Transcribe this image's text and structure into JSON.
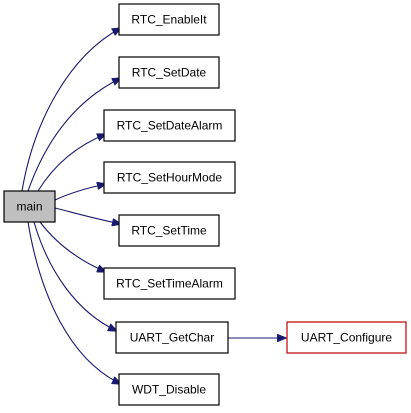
{
  "colors": {
    "edge": "#191970",
    "node_border": "#000000",
    "node_fill": "#ffffff",
    "root_fill": "#bfbfbf",
    "highlight_border": "#bf0000",
    "text": "#000000"
  },
  "nodes": [
    {
      "id": "main",
      "label": "main",
      "style": "root"
    },
    {
      "id": "rtc-enableit",
      "label": "RTC_EnableIt",
      "style": "normal"
    },
    {
      "id": "rtc-setdate",
      "label": "RTC_SetDate",
      "style": "normal"
    },
    {
      "id": "rtc-setdatealarm",
      "label": "RTC_SetDateAlarm",
      "style": "normal"
    },
    {
      "id": "rtc-sethourmode",
      "label": "RTC_SetHourMode",
      "style": "normal"
    },
    {
      "id": "rtc-settime",
      "label": "RTC_SetTime",
      "style": "normal"
    },
    {
      "id": "rtc-settimealarm",
      "label": "RTC_SetTimeAlarm",
      "style": "normal"
    },
    {
      "id": "uart-getchar",
      "label": "UART_GetChar",
      "style": "normal"
    },
    {
      "id": "uart-configure",
      "label": "UART_Configure",
      "style": "highlight"
    },
    {
      "id": "wdt-disable",
      "label": "WDT_Disable",
      "style": "normal"
    }
  ],
  "edges": [
    {
      "from": "main",
      "to": "rtc-enableit"
    },
    {
      "from": "main",
      "to": "rtc-setdate"
    },
    {
      "from": "main",
      "to": "rtc-setdatealarm"
    },
    {
      "from": "main",
      "to": "rtc-sethourmode"
    },
    {
      "from": "main",
      "to": "rtc-settime"
    },
    {
      "from": "main",
      "to": "rtc-settimealarm"
    },
    {
      "from": "main",
      "to": "uart-getchar"
    },
    {
      "from": "main",
      "to": "wdt-disable"
    },
    {
      "from": "uart-getchar",
      "to": "uart-configure"
    }
  ]
}
